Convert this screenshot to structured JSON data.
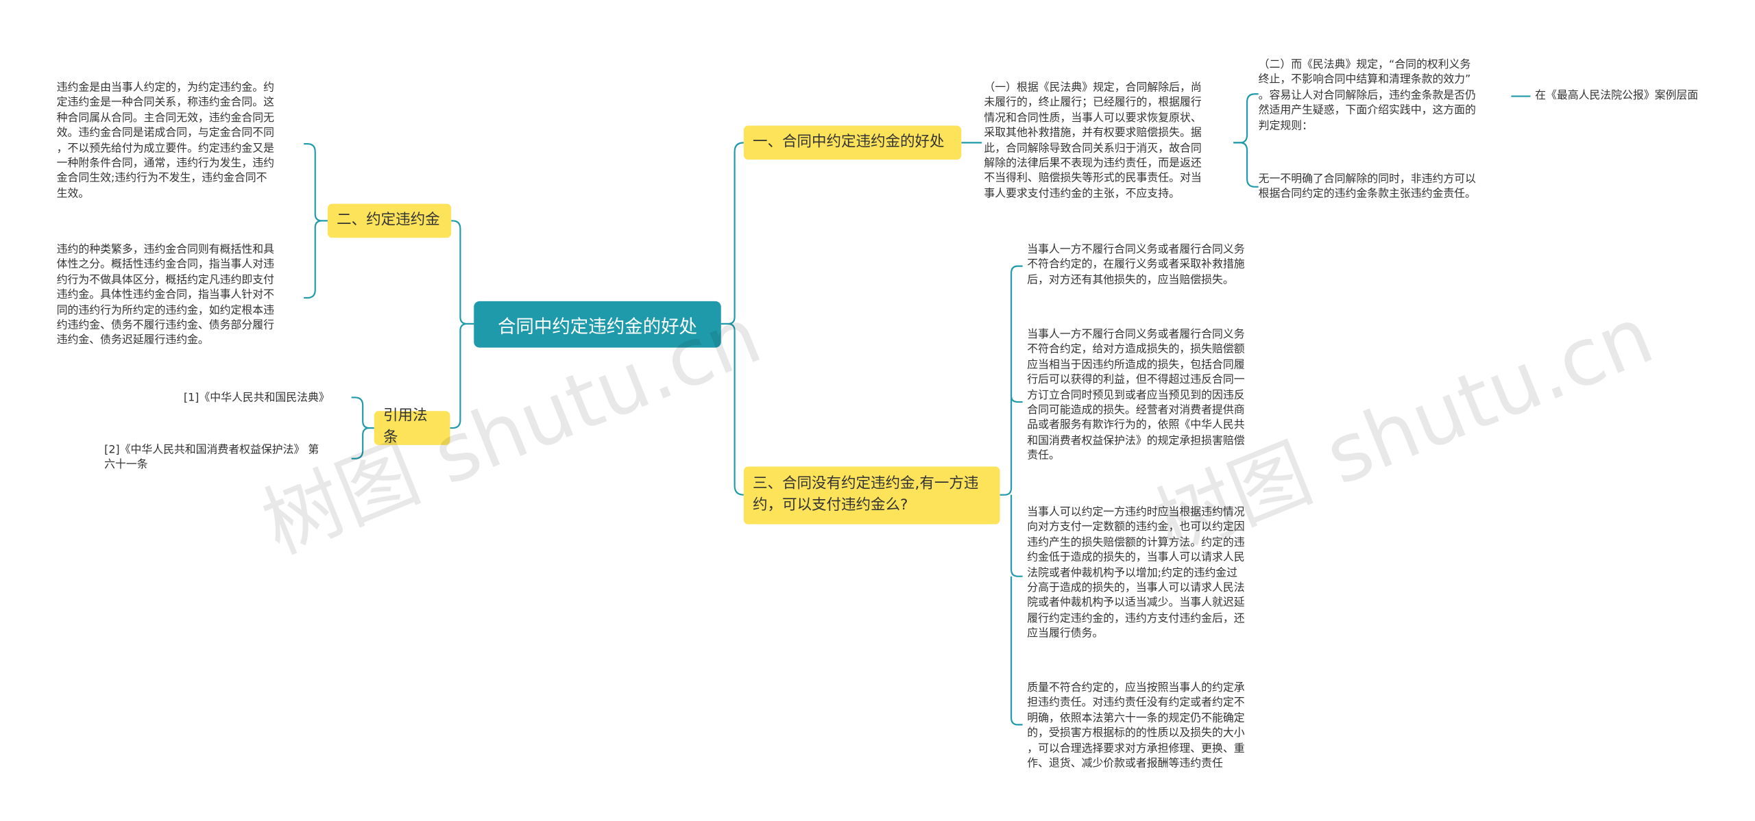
{
  "root": {
    "title": "合同中约定违约金的好处"
  },
  "branches": {
    "b1": "一、合同中约定违约金的好处",
    "b2": "二、约定违约金",
    "b3": "三、合同没有约定违约金,有一方违约，可以支付违约金么?",
    "ref": "引用法条"
  },
  "leaves": {
    "b1_1": "（一）根据《民法典》规定，合同解除后，尚\n未履行的，终止履行；已经履行的，根据履行\n情况和合同性质，当事人可以要求恢复原状、\n采取其他补救措施，并有权要求赔偿损失。据\n此，合同解除导致合同关系归于消灭，故合同\n解除的法律后果不表现为违约责任，而是返还\n不当得利、赔偿损失等形式的民事责任。对当\n事人要求支付违约金的主张，不应支持。",
    "b1_2": "（二）而《民法典》规定，“合同的权利义务\n终止，不影响合同中结算和清理条款的效力”\n。容易让人对合同解除后，违约金条款是否仍\n然适用产生疑惑，下面介绍实践中，这方面的\n判定规则：",
    "b1_2_1": "在《最高人民法院公报》案例层面",
    "b1_3": "无一不明确了合同解除的同时，非违约方可以\n根据合同约定的违约金条款主张违约金责任。",
    "b2_1": "违约金是由当事人约定的，为约定违约金。约\n定违约金是一种合同关系，称违约金合同。这\n种合同属从合同。主合同无效，违约金合同无\n效。违约金合同是诺成合同，与定金合同不同\n，不以预先给付为成立要件。约定违约金又是\n一种附条件合同，通常，违约行为发生，违约\n金合同生效;违约行为不发生，违约金合同不\n生效。",
    "b2_2": "违约的种类繁多，违约金合同则有概括性和具\n体性之分。概括性违约金合同，指当事人对违\n约行为不做具体区分，概括约定凡违约即支付\n违约金。具体性违约金合同，指当事人针对不\n同的违约行为所约定的违约金，如约定根本违\n约违约金、债务不履行违约金、债务部分履行\n违约金、债务迟延履行违约金。",
    "b3_1": "当事人一方不履行合同义务或者履行合同义务\n不符合约定的，在履行义务或者采取补救措施\n后，对方还有其他损失的，应当赔偿损失。",
    "b3_2": "当事人一方不履行合同义务或者履行合同义务\n不符合约定，给对方造成损失的，损失赔偿额\n应当相当于因违约所造成的损失，包括合同履\n行后可以获得的利益，但不得超过违反合同一\n方订立合同时预见到或者应当预见到的因违反\n合同可能造成的损失。经营者对消费者提供商\n品或者服务有欺诈行为的，依照《中华人民共\n和国消费者权益保护法》的规定承担损害赔偿\n责任。",
    "b3_3": "当事人可以约定一方违约时应当根据违约情况\n向对方支付一定数额的违约金，也可以约定因\n违约产生的损失赔偿额的计算方法。约定的违\n约金低于造成的损失的，当事人可以请求人民\n法院或者仲裁机构予以增加;约定的违约金过\n分高于造成的损失的，当事人可以请求人民法\n院或者仲裁机构予以适当减少。当事人就迟延\n履行约定违约金的，违约方支付违约金后，还\n应当履行债务。",
    "b3_4": "质量不符合约定的，应当按照当事人的约定承\n担违约责任。对违约责任没有约定或者约定不\n明确，依照本法第六十一条的规定仍不能确定\n的，受损害方根据标的的性质以及损失的大小\n，可以合理选择要求对方承担修理、更换、重\n作、退货、减少价款或者报酬等违约责任",
    "ref_1": "[1]《中华人民共和国民法典》",
    "ref_2": "[2]《中华人民共和国消费者权益保护法》 第\n六十一条"
  },
  "watermark": {
    "text": "树图 shutu.cn"
  },
  "colors": {
    "root_bg": "#1f9aab",
    "branch_bg": "#fde35a",
    "line": "#1f9aab",
    "text": "#333333"
  }
}
